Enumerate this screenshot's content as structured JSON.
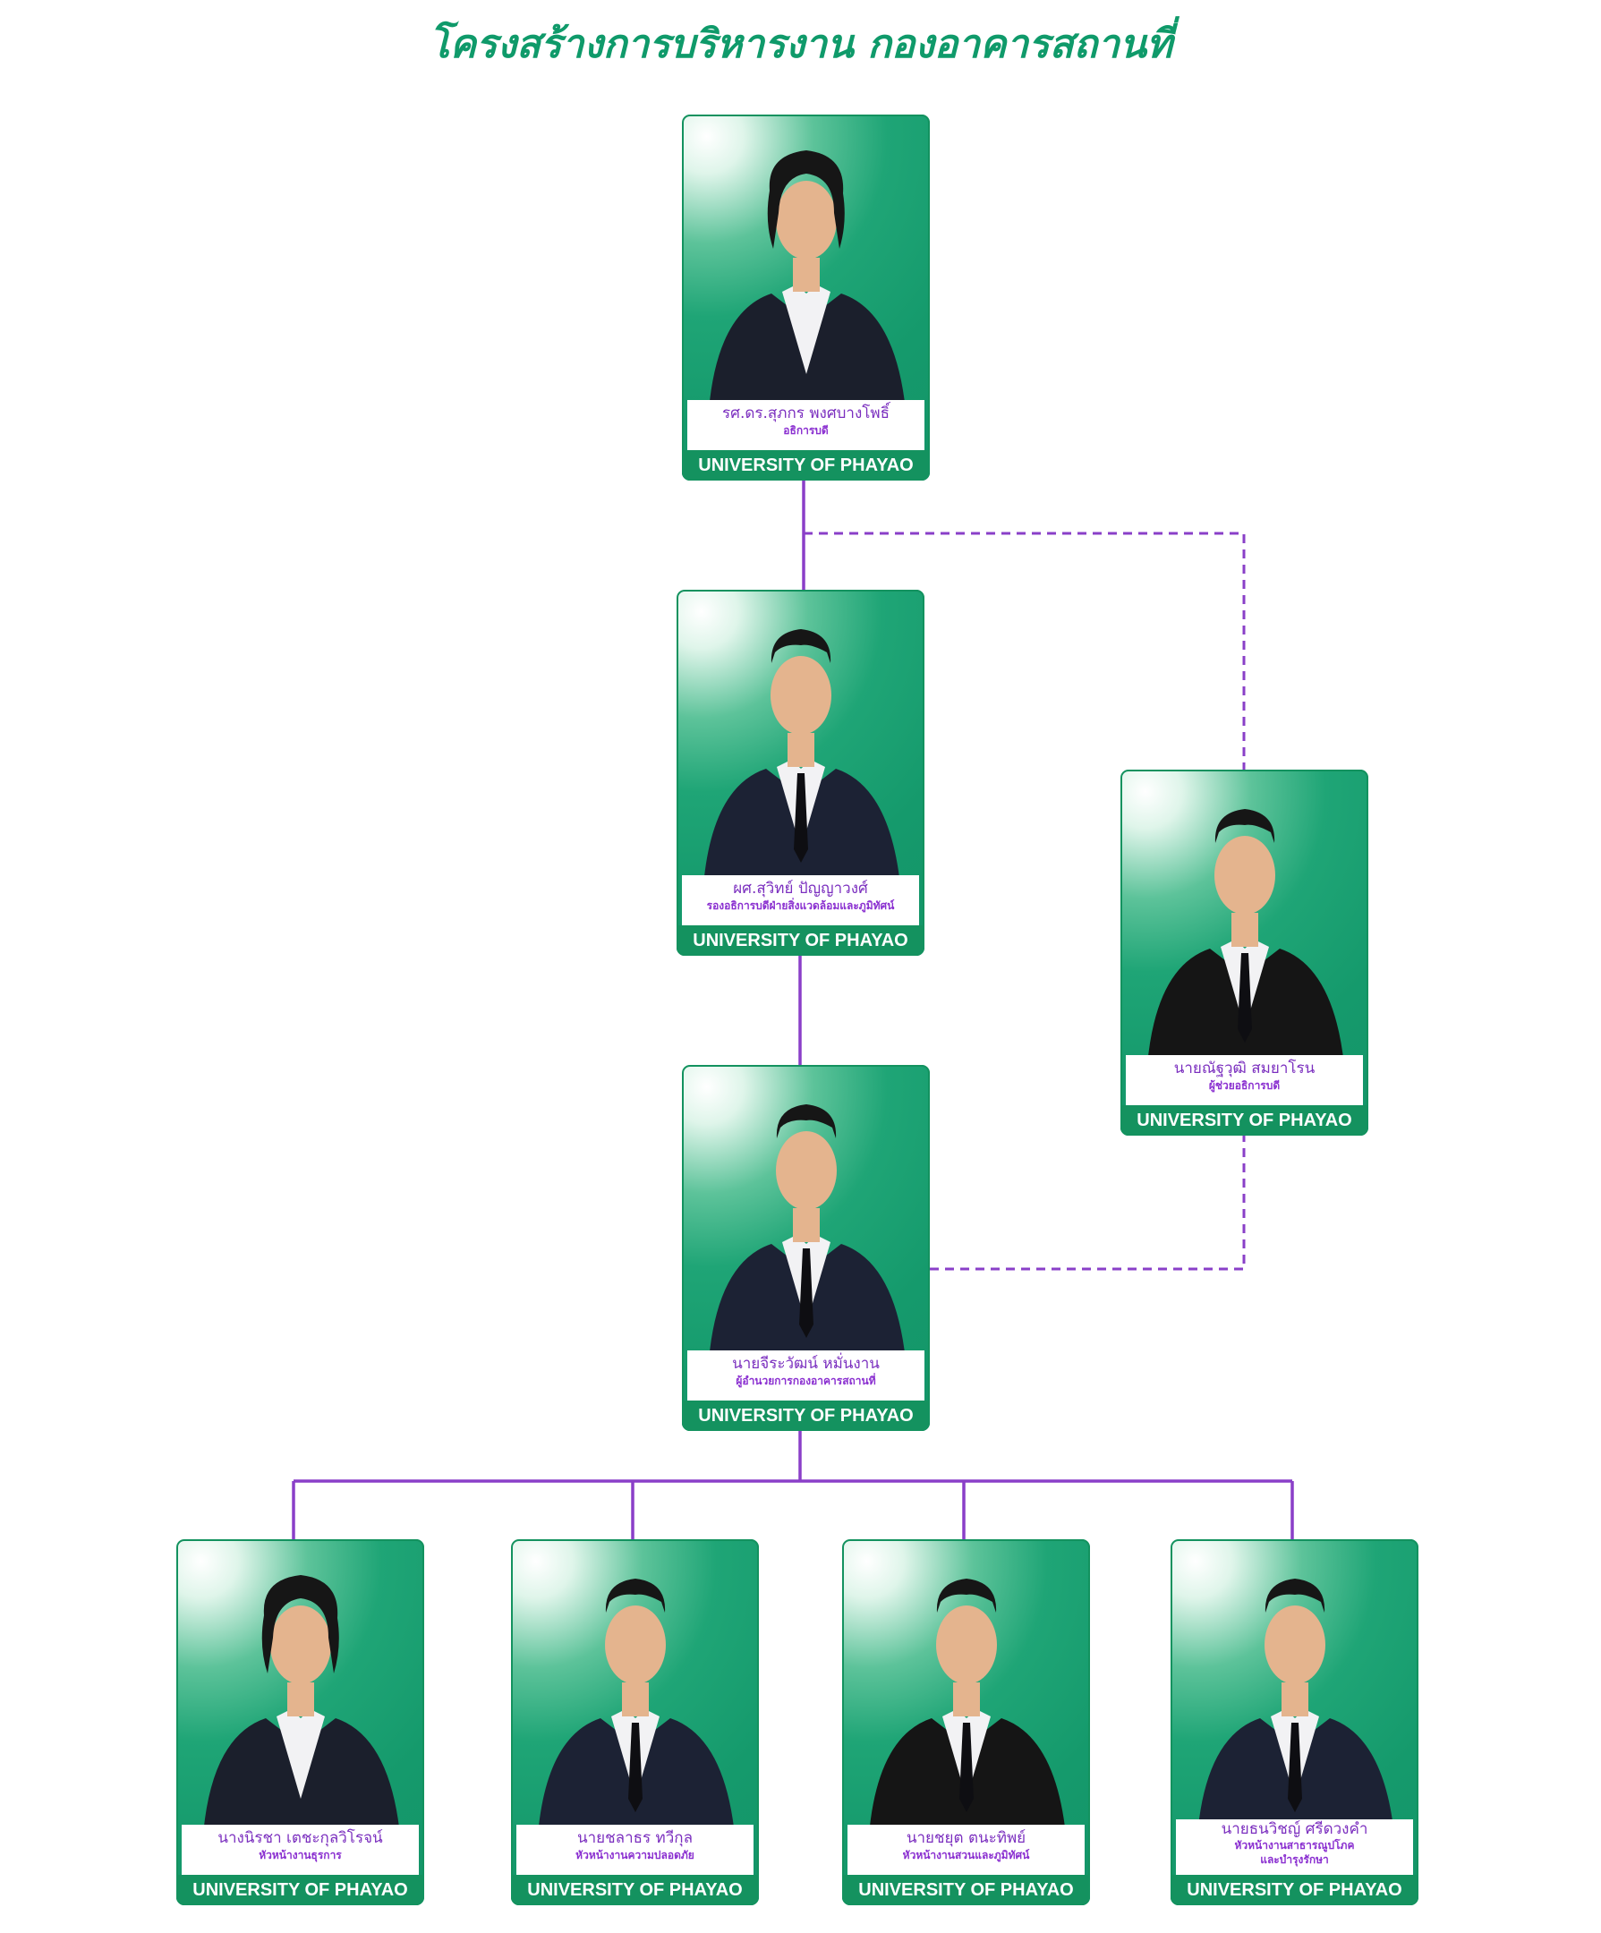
{
  "title": "โครงสร้างการบริหารงาน กองอาคารสถานที่",
  "colors": {
    "title": "#0f9a6a",
    "card_green": "#149468",
    "line_purple": "#8a3fc8",
    "name_purple": "#7b2fbf"
  },
  "university_label": "UNIVERSITY OF PHAYAO",
  "people": [
    {
      "id": "director-general",
      "name": "รศ.ดร.สุภกร  พงศบางโพธิ์",
      "position": "อธิการบดี",
      "gender": "female"
    },
    {
      "id": "vice-president",
      "name": "ผศ.สุวิทย์ ปัญญาวงศ์",
      "position": "รองอธิการบดีฝ่ายสิ่งแวดล้อมและภูมิทัศน์",
      "gender": "male"
    },
    {
      "id": "assistant-president",
      "name": "นายณัฐวุฒิ สมยาโรน",
      "position": "ผู้ช่วยอธิการบดี",
      "gender": "male"
    },
    {
      "id": "division-director",
      "name": "นายจีระวัฒน์ หมั่นงาน",
      "position": "ผู้อำนวยการกองอาคารสถานที่",
      "gender": "male"
    },
    {
      "id": "head-admin",
      "name": "นางนิรชา เตชะกุลวิโรจน์",
      "position": "หัวหน้างานธุรการ",
      "gender": "female"
    },
    {
      "id": "head-safety",
      "name": "นายชลาธร ทวีกุล",
      "position": "หัวหน้างานความปลอดภัย",
      "gender": "male"
    },
    {
      "id": "head-garden",
      "name": "นายชยุต ตนะทิพย์",
      "position": "หัวหน้างานสวนและภูมิทัศน์",
      "gender": "male"
    },
    {
      "id": "head-utilities",
      "name": "นายธนวิชญ์ ศรีดวงคำ",
      "position": "หัวหน้างานสาธารณูปโภค",
      "position2": "และบำรุงรักษา",
      "gender": "male"
    }
  ]
}
